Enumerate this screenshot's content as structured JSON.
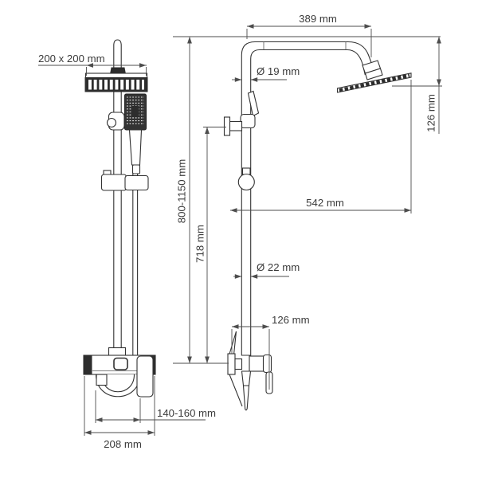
{
  "drawing": {
    "description": "Technical line drawing of a shower column system, front view (left) and side view (right) with dimension annotations",
    "background_color": "#ffffff",
    "object_line_color": "#323232",
    "dimension_line_color": "#4d4d4d",
    "text_color": "#3b3b3b",
    "front_view": {
      "head_size": "200 x 200 mm",
      "spout_reach": "140-160 mm",
      "base_width": "208 mm"
    },
    "side_view": {
      "arm_length": "389 mm",
      "pipe_diameter": "Ø 19 mm",
      "head_offset": "126 mm",
      "height_range": "800-1150 mm",
      "bracket_height": "718 mm",
      "head_reach": "542 mm",
      "lower_pipe_diameter": "Ø 22 mm",
      "mixer_depth": "126 mm"
    }
  }
}
